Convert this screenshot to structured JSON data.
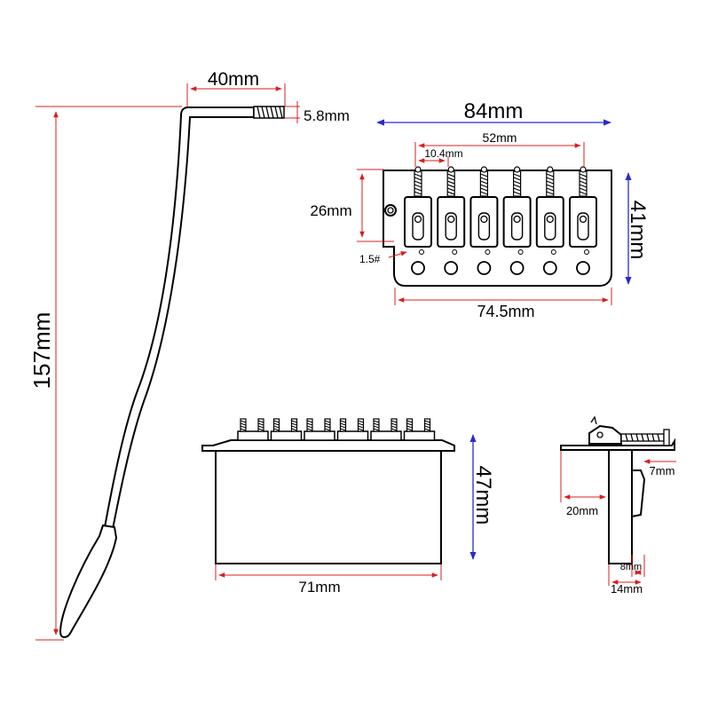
{
  "colors": {
    "outline": "#000000",
    "dimension_red": "#d42020",
    "dimension_blue": "#2a2ad0"
  },
  "tremolo_arm": {
    "length_label": "157mm",
    "bend_label": "40mm",
    "thread_label": "5.8mm"
  },
  "bridge_top": {
    "width_label": "84mm",
    "outer_string_spacing_label": "52mm",
    "string_spacing_label": "10.4mm",
    "plate_depth_label": "26mm",
    "height_label": "41mm",
    "screw_label": "1.5#",
    "base_width_label": "74.5mm"
  },
  "bridge_front": {
    "block_height_label": "47mm",
    "block_width_label": "71mm"
  },
  "bridge_side": {
    "offset_label": "20mm",
    "step_label": "7mm",
    "inner_label": "8mm",
    "block_depth_label": "14mm"
  }
}
